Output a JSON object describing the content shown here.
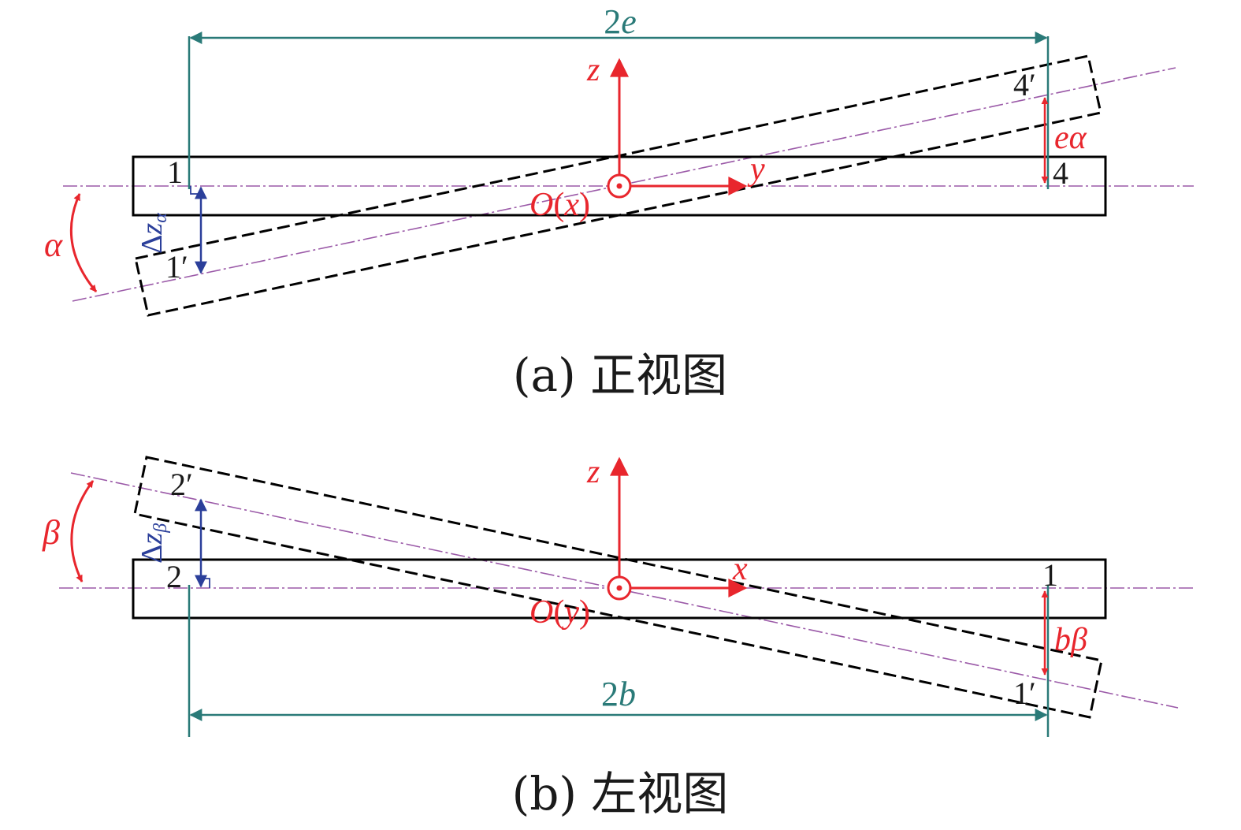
{
  "colors": {
    "frame": "#000000",
    "dim": "#2a7a78",
    "axis": "#e8262d",
    "delta": "#2b3f9a",
    "centerline": "#9b5aa8"
  },
  "figure_a": {
    "dim_label_var": "e",
    "dim_label_num": "2",
    "axis_z": "z",
    "axis_y": "y",
    "origin": "O",
    "origin_axis": "x",
    "angle": "α",
    "offset_label": "eα",
    "point_left": "1",
    "point_left_moved": "1′",
    "point_right": "4",
    "point_right_moved": "4′",
    "delta_sym": "Δ",
    "delta_var": "z",
    "delta_sub": "α",
    "caption": "(a) 正视图"
  },
  "figure_b": {
    "dim_label_var": "b",
    "dim_label_num": "2",
    "axis_z": "z",
    "axis_x": "x",
    "origin": "O",
    "origin_axis": "y",
    "angle": "β",
    "offset_label": "bβ",
    "point_left": "2",
    "point_left_moved": "2′",
    "point_right": "1",
    "point_right_moved": "1′",
    "delta_sym": "Δ",
    "delta_var": "z",
    "delta_sub": "β",
    "caption": "(b) 左视图"
  }
}
